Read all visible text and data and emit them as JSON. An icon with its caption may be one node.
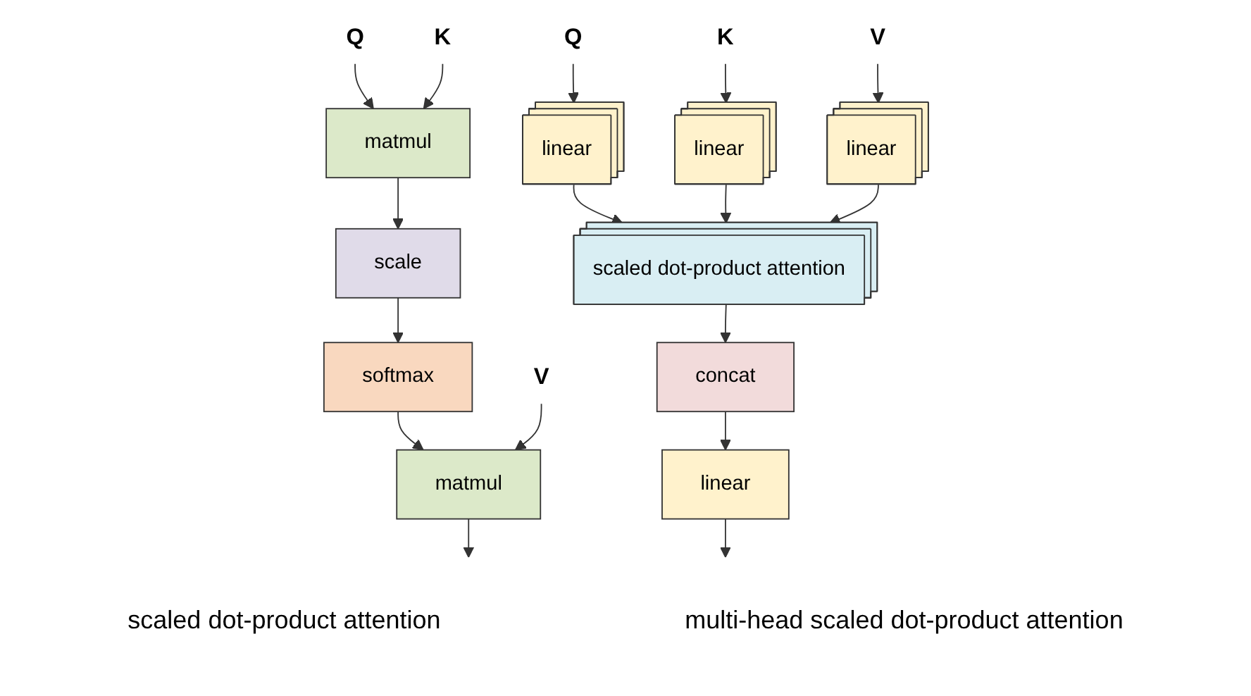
{
  "diagram": {
    "nodes": [
      {
        "text": [
          "Q"
        ]
      },
      {
        "text": [
          "K"
        ]
      },
      {
        "text": [
          "V"
        ]
      },
      {
        "text": [
          "matmul"
        ]
      },
      {
        "text": [
          "scale"
        ]
      },
      {
        "text": [
          "softmax"
        ]
      },
      {
        "text": [
          "matmul"
        ]
      },
      {
        "text": [
          "Q"
        ]
      },
      {
        "text": [
          "K"
        ]
      },
      {
        "text": [
          "V"
        ]
      },
      {
        "text": [
          "linear"
        ]
      },
      {
        "text": [
          "linear"
        ]
      },
      {
        "text": [
          "linear"
        ]
      },
      {
        "text": [
          "scaled dot-product attention"
        ]
      },
      {
        "text": [
          "concat"
        ]
      },
      {
        "text": [
          "linear"
        ]
      }
    ],
    "edges": [
      {
        "from": 0,
        "to": 3,
        "arrow": "to"
      },
      {
        "from": 1,
        "to": 3,
        "arrow": "to"
      },
      {
        "from": 3,
        "to": 4,
        "arrow": "to"
      },
      {
        "from": 4,
        "to": 5,
        "arrow": "to"
      },
      {
        "from": 5,
        "to": 6,
        "arrow": "to"
      },
      {
        "from": 2,
        "to": 6,
        "arrow": "to"
      },
      {
        "from": 6,
        "to": null,
        "arrow": "to"
      },
      {
        "from": 7,
        "to": 10,
        "arrow": "to"
      },
      {
        "from": 8,
        "to": 11,
        "arrow": "to"
      },
      {
        "from": 9,
        "to": 12,
        "arrow": "to"
      },
      {
        "from": 10,
        "to": 13,
        "arrow": "to"
      },
      {
        "from": 11,
        "to": 13,
        "arrow": "to"
      },
      {
        "from": 12,
        "to": 13,
        "arrow": "to"
      },
      {
        "from": 13,
        "to": 14,
        "arrow": "to"
      },
      {
        "from": 14,
        "to": 15,
        "arrow": "to"
      },
      {
        "from": 15,
        "to": null,
        "arrow": "to"
      }
    ],
    "labels": [
      "scaled dot-product attention",
      "multi-head scaled dot-product attention"
    ]
  }
}
